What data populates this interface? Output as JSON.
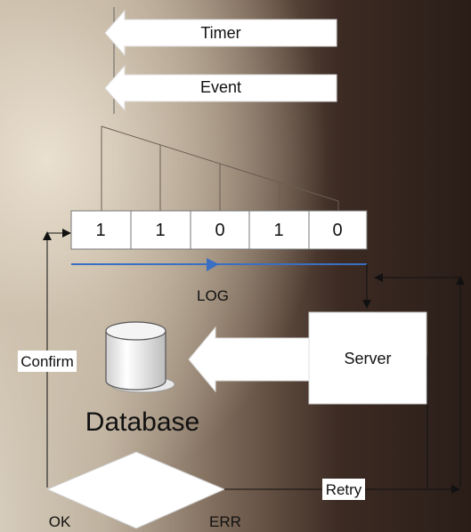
{
  "arrows": {
    "timer_label": "Timer",
    "event_label": "Event"
  },
  "register": {
    "cells": [
      "1",
      "1",
      "0",
      "1",
      "0"
    ],
    "label": "LOG"
  },
  "server_label": "Server",
  "database_label": "Database",
  "confirm_label": "Confirm",
  "decision": {
    "ok_label": "OK",
    "err_label": "ERR"
  },
  "retry_label": "Retry",
  "colors": {
    "arrow_fill": "#ffffff",
    "line": "#111111",
    "log_arrow": "#3a6fc4"
  }
}
